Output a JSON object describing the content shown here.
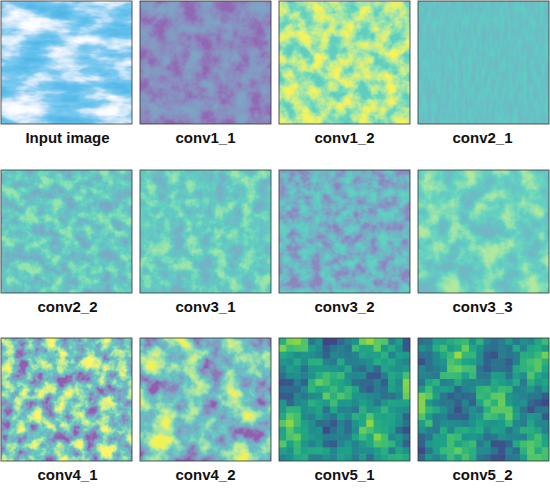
{
  "diagram": {
    "nodes": [
      {
        "text": [
          "Input image"
        ]
      },
      {
        "text": [
          "conv1_1"
        ]
      },
      {
        "text": [
          "conv1_2"
        ]
      },
      {
        "text": [
          "conv2_1"
        ]
      },
      {
        "text": [
          "conv2_2"
        ]
      },
      {
        "text": [
          "conv3_1"
        ]
      },
      {
        "text": [
          "conv3_2"
        ]
      },
      {
        "text": [
          "conv3_3"
        ]
      },
      {
        "text": [
          "conv4_1"
        ]
      },
      {
        "text": [
          "conv4_2"
        ]
      },
      {
        "text": [
          "conv5_1"
        ]
      },
      {
        "text": [
          "conv5_2"
        ]
      }
    ]
  }
}
